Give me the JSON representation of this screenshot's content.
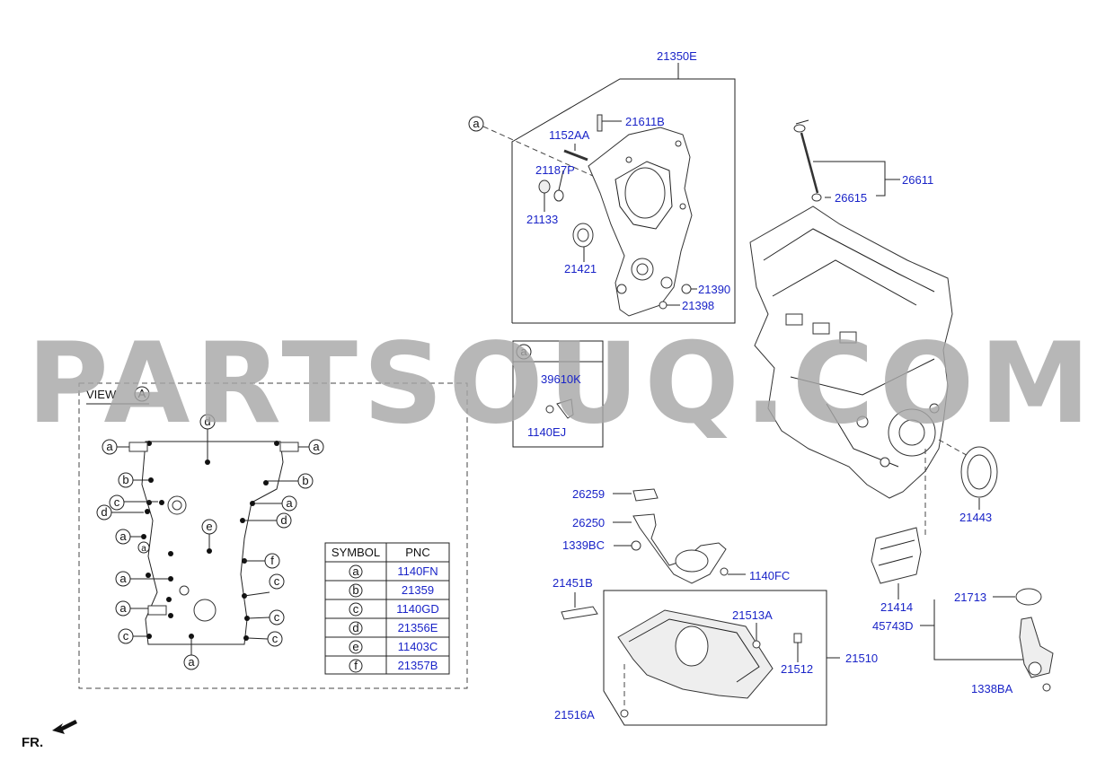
{
  "labels": {
    "p21350E": "21350E",
    "p21611B": "21611B",
    "p1152AA": "1152AA",
    "p21187P": "21187P",
    "p21133": "21133",
    "p21421": "21421",
    "p21390": "21390",
    "p21398": "21398",
    "p26611": "26611",
    "p26615": "26615",
    "p39610K": "39610K",
    "p1140EJ": "1140EJ",
    "p26259": "26259",
    "p26250": "26250",
    "p1339BC": "1339BC",
    "p1140FC": "1140FC",
    "p21451B": "21451B",
    "p21513A": "21513A",
    "p21512": "21512",
    "p21510": "21510",
    "p21516A": "21516A",
    "p21443": "21443",
    "p21414": "21414",
    "p21713": "21713",
    "p45743D": "45743D",
    "p1338BA": "1338BA"
  },
  "callout_a": "a",
  "inset_a_letter": "a",
  "view": {
    "label": "VIEW",
    "ref": "A"
  },
  "fr_label": "FR.",
  "watermark": "PARTSOUQ.COM",
  "symbol_table": {
    "headers": [
      "SYMBOL",
      "PNC"
    ],
    "rows": [
      {
        "symbol": "a",
        "pnc": "1140FN"
      },
      {
        "symbol": "b",
        "pnc": "21359"
      },
      {
        "symbol": "c",
        "pnc": "1140GD"
      },
      {
        "symbol": "d",
        "pnc": "21356E"
      },
      {
        "symbol": "e",
        "pnc": "11403C"
      },
      {
        "symbol": "f",
        "pnc": "21357B"
      }
    ]
  },
  "view_markers": {
    "a": "a",
    "b": "b",
    "c": "c",
    "d": "d",
    "e": "e",
    "f": "f"
  },
  "colors": {
    "pnc_text": "#1a24c8",
    "watermark": "#a8a8a8",
    "line": "#222222"
  }
}
